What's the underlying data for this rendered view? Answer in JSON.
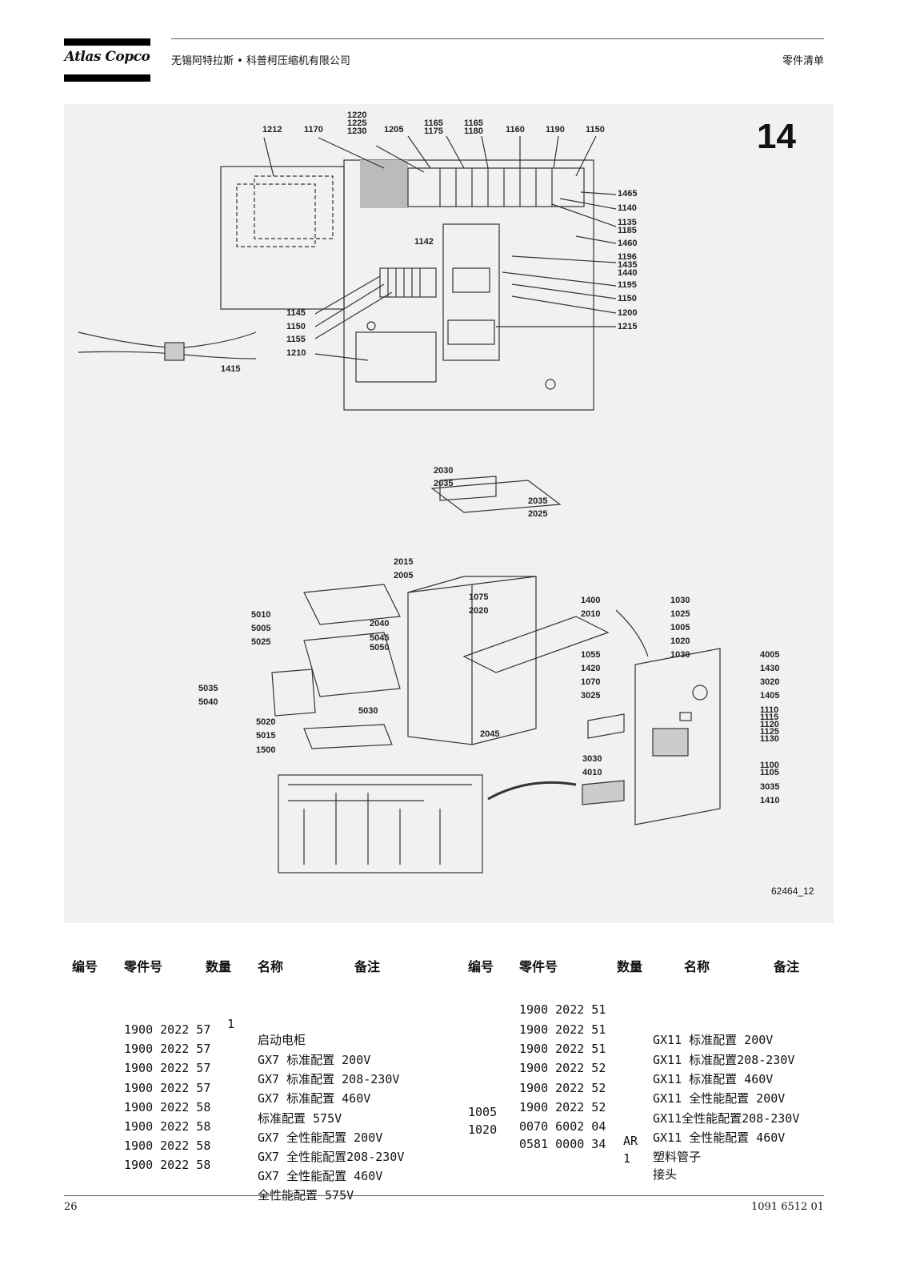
{
  "header": {
    "logo_text": "Atlas Copco",
    "company": "无锡阿特拉斯 • 科普柯压缩机有限公司",
    "doc_title": "零件清单"
  },
  "figure": {
    "number": "14",
    "code": "62464_12",
    "callouts": [
      {
        "id": "c1212",
        "text": "1212"
      },
      {
        "id": "c1170",
        "text": "1170"
      },
      {
        "id": "c1220",
        "text": "1220"
      },
      {
        "id": "c1225",
        "text": "1225"
      },
      {
        "id": "c1230",
        "text": "1230"
      },
      {
        "id": "c1205",
        "text": "1205"
      },
      {
        "id": "c1165a",
        "text": "1165"
      },
      {
        "id": "c1175",
        "text": "1175"
      },
      {
        "id": "c1165b",
        "text": "1165"
      },
      {
        "id": "c1180",
        "text": "1180"
      },
      {
        "id": "c1160",
        "text": "1160"
      },
      {
        "id": "c1190",
        "text": "1190"
      },
      {
        "id": "c1150a",
        "text": "1150"
      },
      {
        "id": "c1465",
        "text": "1465"
      },
      {
        "id": "c1140",
        "text": "1140"
      },
      {
        "id": "c1135",
        "text": "1135"
      },
      {
        "id": "c1185",
        "text": "1185"
      },
      {
        "id": "c1460",
        "text": "1460"
      },
      {
        "id": "c1142",
        "text": "1142"
      },
      {
        "id": "c1196",
        "text": "1196"
      },
      {
        "id": "c1435",
        "text": "1435"
      },
      {
        "id": "c1440",
        "text": "1440"
      },
      {
        "id": "c1195",
        "text": "1195"
      },
      {
        "id": "c1150b",
        "text": "1150"
      },
      {
        "id": "c1200",
        "text": "1200"
      },
      {
        "id": "c1215",
        "text": "1215"
      },
      {
        "id": "c1145",
        "text": "1145"
      },
      {
        "id": "c1150c",
        "text": "1150"
      },
      {
        "id": "c1155",
        "text": "1155"
      },
      {
        "id": "c1210",
        "text": "1210"
      },
      {
        "id": "c1415",
        "text": "1415"
      },
      {
        "id": "c2030",
        "text": "2030"
      },
      {
        "id": "c2035a",
        "text": "2035"
      },
      {
        "id": "c2035b",
        "text": "2035"
      },
      {
        "id": "c2025",
        "text": "2025"
      },
      {
        "id": "c2015",
        "text": "2015"
      },
      {
        "id": "c2005",
        "text": "2005"
      },
      {
        "id": "c1075",
        "text": "1075"
      },
      {
        "id": "c1400",
        "text": "1400"
      },
      {
        "id": "c1030a",
        "text": "1030"
      },
      {
        "id": "c2020",
        "text": "2020"
      },
      {
        "id": "c2010",
        "text": "2010"
      },
      {
        "id": "c1025",
        "text": "1025"
      },
      {
        "id": "c5010",
        "text": "5010"
      },
      {
        "id": "c2040",
        "text": "2040"
      },
      {
        "id": "c1005",
        "text": "1005"
      },
      {
        "id": "c5005",
        "text": "5005"
      },
      {
        "id": "c5045",
        "text": "5045"
      },
      {
        "id": "c1020",
        "text": "1020"
      },
      {
        "id": "c5025",
        "text": "5025"
      },
      {
        "id": "c5050",
        "text": "5050"
      },
      {
        "id": "c1030b",
        "text": "1030"
      },
      {
        "id": "c1055",
        "text": "1055"
      },
      {
        "id": "c4005",
        "text": "4005"
      },
      {
        "id": "c1420",
        "text": "1420"
      },
      {
        "id": "c1430",
        "text": "1430"
      },
      {
        "id": "c1070",
        "text": "1070"
      },
      {
        "id": "c3020",
        "text": "3020"
      },
      {
        "id": "c5035",
        "text": "5035"
      },
      {
        "id": "c3025",
        "text": "3025"
      },
      {
        "id": "c1405",
        "text": "1405"
      },
      {
        "id": "c5040",
        "text": "5040"
      },
      {
        "id": "c5030",
        "text": "5030"
      },
      {
        "id": "c1110",
        "text": "1110"
      },
      {
        "id": "c1115",
        "text": "1115"
      },
      {
        "id": "c1120",
        "text": "1120"
      },
      {
        "id": "c1125",
        "text": "1125"
      },
      {
        "id": "c1130",
        "text": "1130"
      },
      {
        "id": "c5020",
        "text": "5020"
      },
      {
        "id": "c2045",
        "text": "2045"
      },
      {
        "id": "c5015",
        "text": "5015"
      },
      {
        "id": "c1500",
        "text": "1500"
      },
      {
        "id": "c3030",
        "text": "3030"
      },
      {
        "id": "c1100",
        "text": "1100"
      },
      {
        "id": "c1105",
        "text": "1105"
      },
      {
        "id": "c4010",
        "text": "4010"
      },
      {
        "id": "c3035",
        "text": "3035"
      },
      {
        "id": "c1410",
        "text": "1410"
      }
    ]
  },
  "table": {
    "headers": [
      "编号",
      "零件号",
      "数量",
      "名称",
      "备注"
    ],
    "left_rows": [
      {
        "ref": "",
        "part": "",
        "qty": "1",
        "name": "启动电柜"
      },
      {
        "ref": "",
        "part": "1900 2022 57",
        "qty": "",
        "name": "GX7 标准配置 200V"
      },
      {
        "ref": "",
        "part": "1900 2022 57",
        "qty": "",
        "name": "GX7 标准配置 208-230V"
      },
      {
        "ref": "",
        "part": "1900 2022 57",
        "qty": "",
        "name": "GX7 标准配置 460V"
      },
      {
        "ref": "",
        "part": "1900 2022 57",
        "qty": "",
        "name": "标准配置 575V"
      },
      {
        "ref": "",
        "part": "1900 2022 58",
        "qty": "",
        "name": "GX7 全性能配置 200V"
      },
      {
        "ref": "",
        "part": "1900 2022 58",
        "qty": "",
        "name": "GX7 全性能配置208-230V"
      },
      {
        "ref": "",
        "part": "1900 2022 58",
        "qty": "",
        "name": "GX7 全性能配置 460V"
      },
      {
        "ref": "",
        "part": "1900 2022 58",
        "qty": "",
        "name": "全性能配置 575V"
      }
    ],
    "right_rows": [
      {
        "ref": "",
        "part": "1900 2022 51",
        "qty": "",
        "name": "GX11 标准配置 200V"
      },
      {
        "ref": "",
        "part": "1900 2022 51",
        "qty": "",
        "name": "GX11 标准配置208-230V"
      },
      {
        "ref": "",
        "part": "1900 2022 51",
        "qty": "",
        "name": "GX11 标准配置 460V"
      },
      {
        "ref": "",
        "part": "1900 2022 52",
        "qty": "",
        "name": "GX11 全性能配置 200V"
      },
      {
        "ref": "",
        "part": "1900 2022 52",
        "qty": "",
        "name": "GX11全性能配置208-230V"
      },
      {
        "ref": "",
        "part": "1900 2022 52",
        "qty": "",
        "name": "GX11 全性能配置 460V"
      },
      {
        "ref": "1005",
        "part": "0070 6002 04",
        "qty": "AR",
        "name": "塑料管子"
      },
      {
        "ref": "1020",
        "part": "0581 0000 34",
        "qty": "1",
        "name": "接头"
      }
    ]
  },
  "footer": {
    "page_number": "26",
    "doc_number": "1091 6512 01"
  }
}
